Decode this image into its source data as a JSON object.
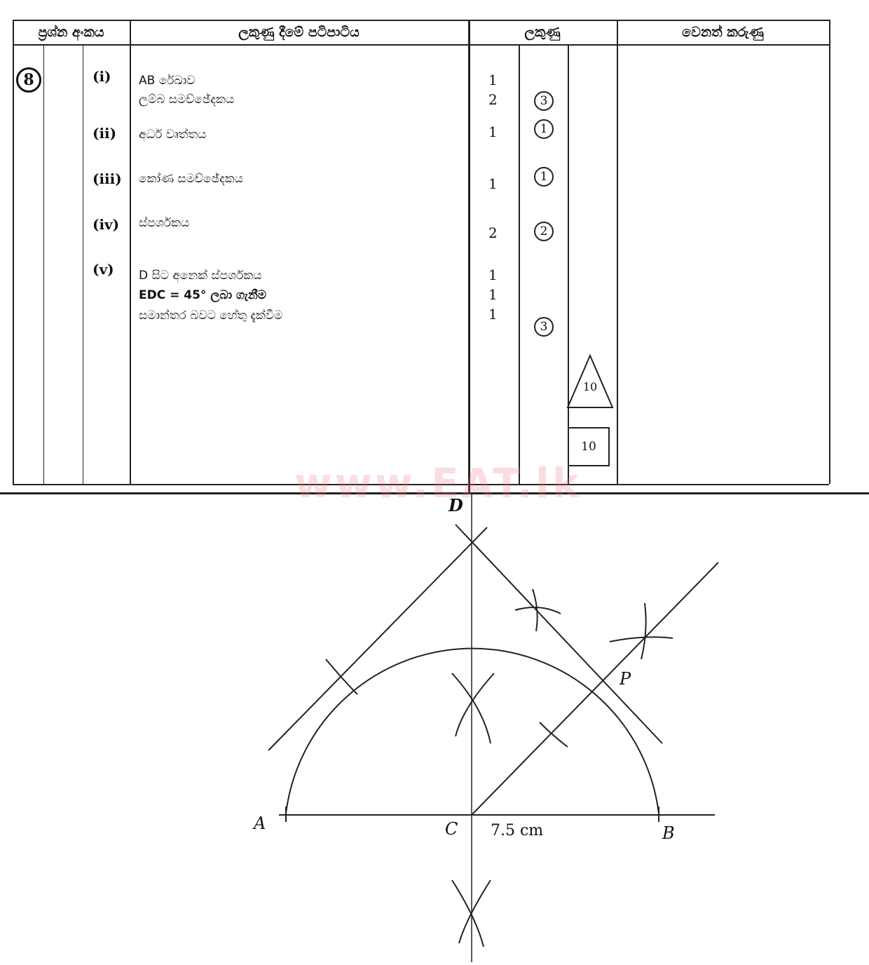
{
  "table": {
    "headers": [
      "ප්‍රශ්න අංකය",
      "ලකුණු දීමේ පටිපාටිය",
      "ලකුණු",
      "වෙනත් කරුණු"
    ],
    "question_number": "8",
    "rows": [
      {
        "part": "(i)",
        "lines": [
          "AB රේඛාව",
          "ලම්බ සමච්ඡේදකය"
        ],
        "marks": [
          "1",
          "2"
        ],
        "total": "3"
      },
      {
        "part": "(ii)",
        "lines": [
          "අර්ධ වෘත්තය"
        ],
        "marks": [
          "1"
        ],
        "total": "1"
      },
      {
        "part": "(iii)",
        "lines": [
          "කෝණ සමච්ඡේදකය"
        ],
        "marks": [
          "1"
        ],
        "total": "1"
      },
      {
        "part": "(iv)",
        "lines": [
          "ස්පර්ශකය"
        ],
        "marks": [
          "2"
        ],
        "total": "2"
      },
      {
        "part": "(v)",
        "lines": [
          "D සිට අනෙක් ස්පර්ශකය",
          "EDC = 45° ලබා ගැනීම",
          "සමාන්තර බවට හේතු දැක්වීම"
        ],
        "marks": [
          "1",
          "1",
          "1"
        ],
        "total": "3"
      }
    ],
    "triangle_total": "10",
    "box_total": "10"
  },
  "watermark": "www.EAT.lk",
  "diagram": {
    "labels": {
      "A": "A",
      "B": "B",
      "C": "C",
      "D": "D",
      "P": "P"
    },
    "length_label": "7.5 cm"
  }
}
